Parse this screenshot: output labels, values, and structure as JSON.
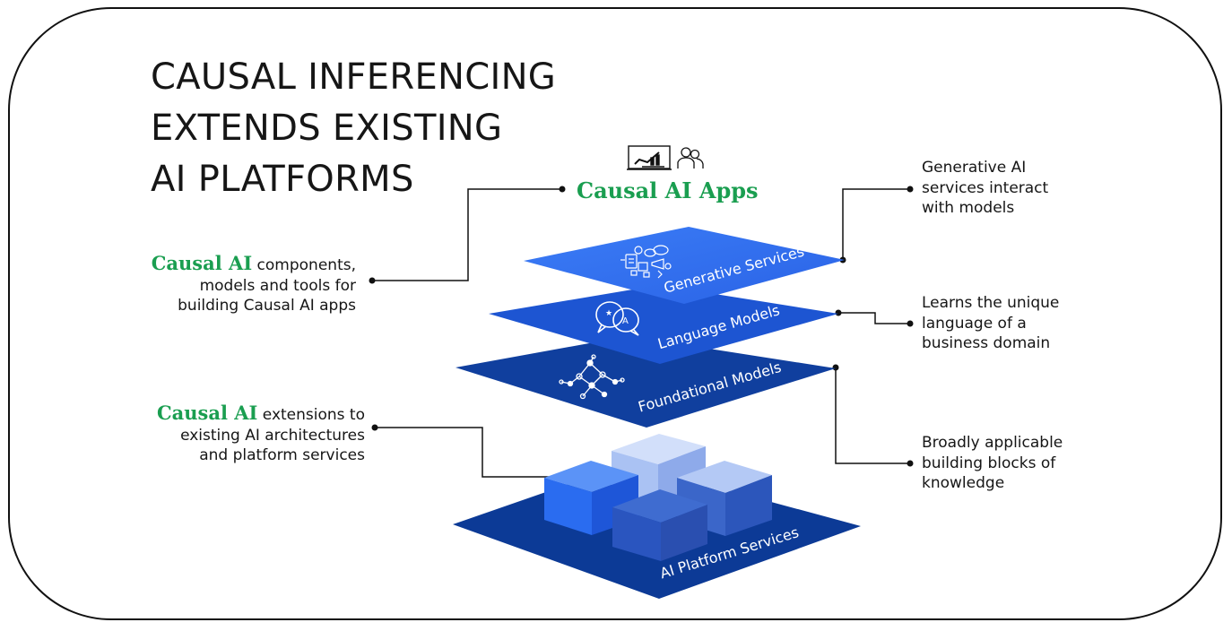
{
  "title": {
    "line1": "CAUSAL INFERENCING",
    "line2": "EXTENDS EXISTING",
    "line3": "AI PLATFORMS"
  },
  "apps": {
    "label": "Causal AI Apps",
    "icons": [
      "presentation-chart-icon",
      "people-icon"
    ]
  },
  "left_notes": {
    "components": {
      "highlight": "Causal AI",
      "line1_rest": " components,",
      "line2": "models and tools for",
      "line3": "building Causal AI apps"
    },
    "extensions": {
      "highlight": "Causal AI",
      "line1_rest": " extensions to",
      "line2": "existing AI architectures",
      "line3": "and platform services"
    }
  },
  "right_notes": {
    "generative": {
      "line1": "Generative AI",
      "line2": "services interact",
      "line3": "with models"
    },
    "language": {
      "line1": "Learns the unique",
      "line2": "language of a",
      "line3": "business domain"
    },
    "foundational": {
      "line1": "Broadly applicable",
      "line2": "building blocks of",
      "line3": "knowledge"
    }
  },
  "layers": {
    "generative": "Generative Services",
    "language": "Language Models",
    "foundational": "Foundational Models",
    "platform": "AI Platform Services"
  },
  "layer_icons": {
    "generative": "services-cluster-icon",
    "language": "chat-bubbles-icon",
    "foundational": "network-graph-icon"
  },
  "colors": {
    "accent_green": "#1a9e50",
    "layer_generative": "#2f6ff0",
    "layer_language": "#1d55d2",
    "layer_foundational": "#103f9e",
    "layer_platform": "#0c3a96",
    "cube_bright": "#2563eb",
    "cube_light": "#b8cdf6"
  }
}
